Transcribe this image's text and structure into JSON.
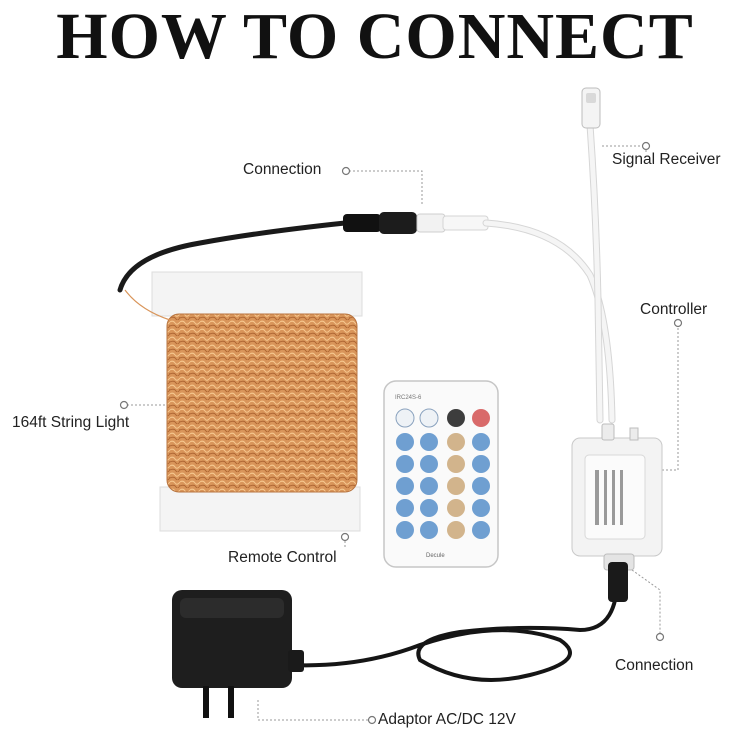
{
  "title": "HOW TO CONNECT",
  "labels": {
    "connection_top": "Connection",
    "signal_receiver": "Signal Receiver",
    "controller": "Controller",
    "string_light": "164ft String Light",
    "remote_control": "Remote Control",
    "connection_bottom": "Connection",
    "adaptor": "Adaptor AC/DC 12V"
  },
  "remote": {
    "model": "IRC24S-6",
    "brand": "Decule"
  },
  "colors": {
    "copper_wire": "#d9955a",
    "cable_black": "#1a1a1a",
    "cable_white": "#f2f2f2",
    "leader_line": "#9a9a9a",
    "button_blue": "#6f9fd1",
    "button_tan": "#d2b48c"
  }
}
